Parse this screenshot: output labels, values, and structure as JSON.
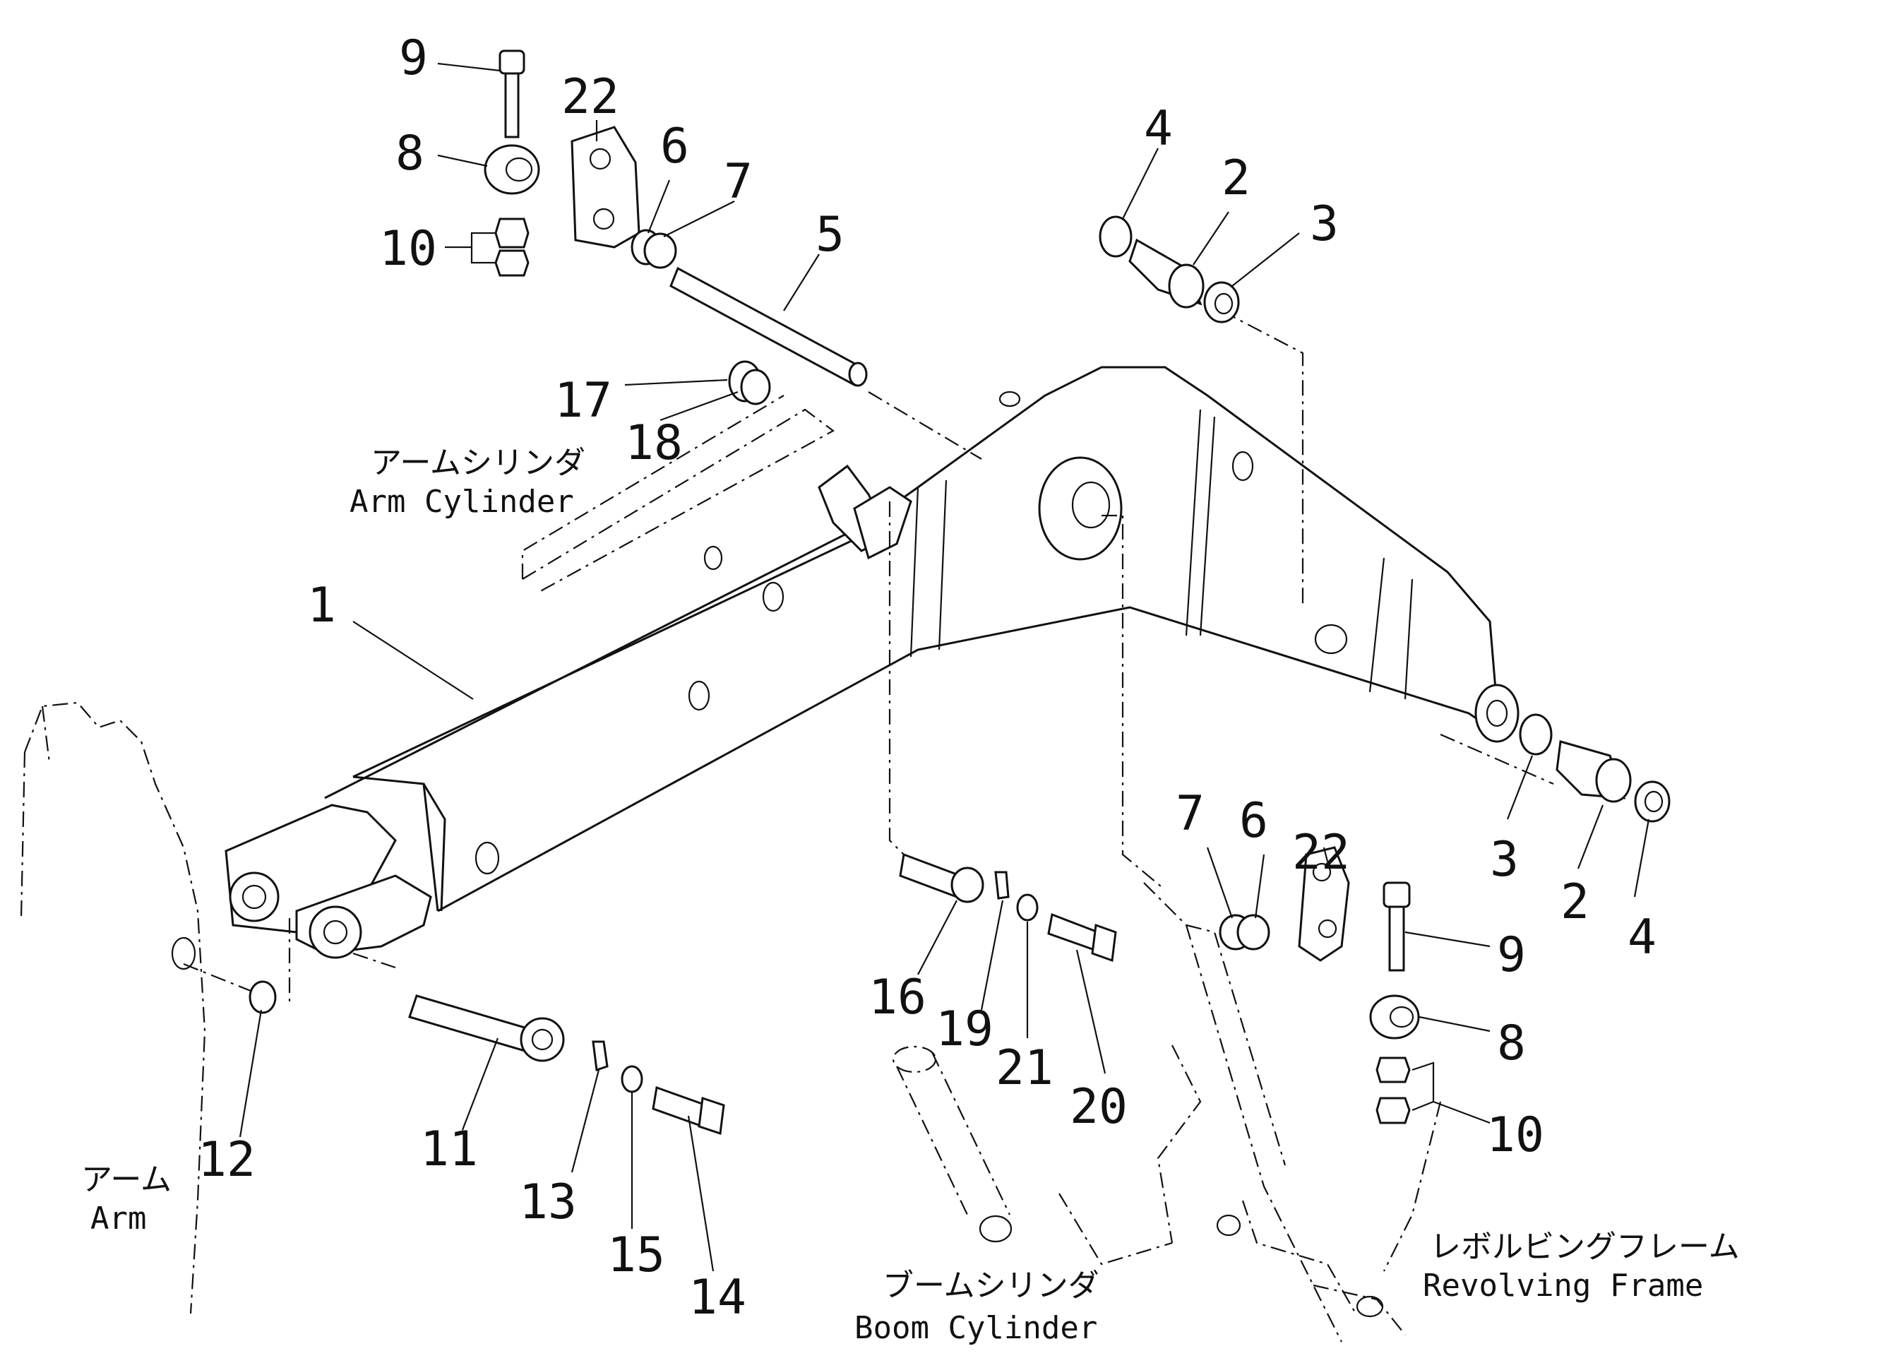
{
  "diagram": {
    "callouts": [
      "1",
      "2",
      "3",
      "4",
      "5",
      "6",
      "7",
      "8",
      "9",
      "10",
      "11",
      "12",
      "13",
      "14",
      "15",
      "16",
      "17",
      "18",
      "19",
      "20",
      "21",
      "22"
    ],
    "labels": {
      "arm_cylinder_jp": "アームシリンダ",
      "arm_cylinder_en": "Arm Cylinder",
      "arm_jp": "アーム",
      "arm_en": "Arm",
      "boom_cylinder_jp": "ブームシリンダ",
      "boom_cylinder_en": "Boom Cylinder",
      "revolving_frame_jp": "レボルビングフレーム",
      "revolving_frame_en": "Revolving Frame"
    }
  }
}
